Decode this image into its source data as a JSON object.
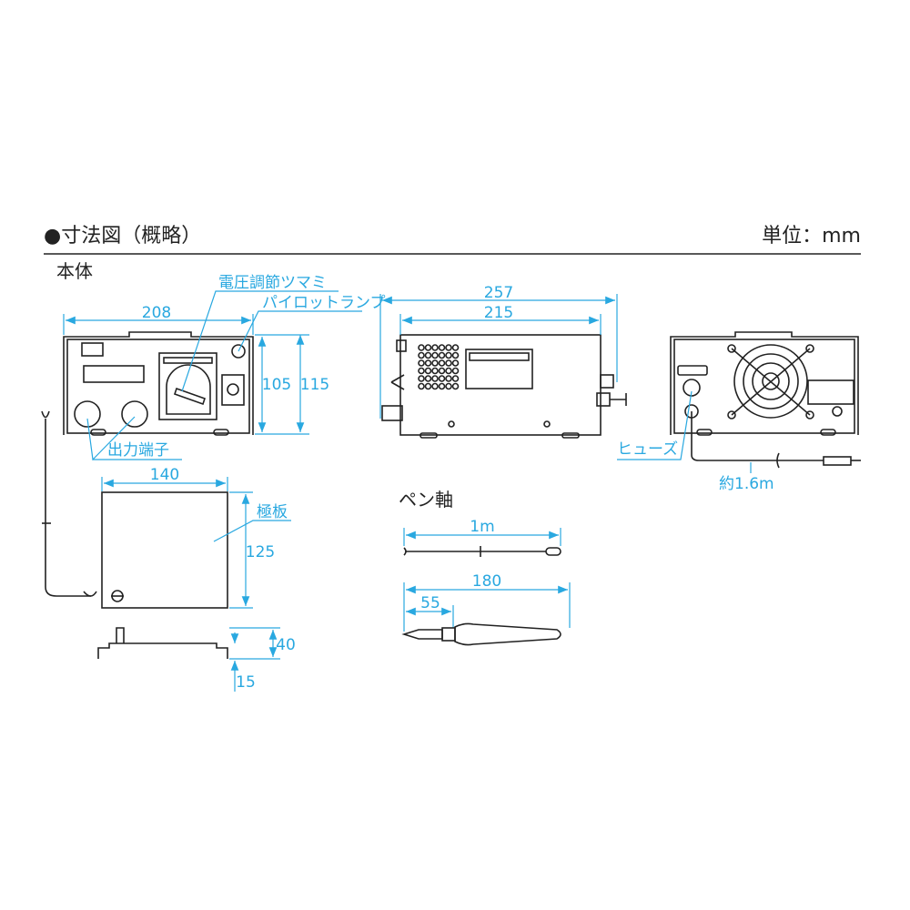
{
  "header": {
    "title": "●寸法図（概略）",
    "unit": "単位：mm"
  },
  "main_unit": {
    "label": "本体",
    "width": "208",
    "height_body": "105",
    "height_total": "115",
    "knob_label": "電圧調節ツマミ",
    "lamp_label": "パイロットランプ",
    "terminal_label": "出力端子"
  },
  "electrode": {
    "label": "極板",
    "width": "140",
    "depth": "125",
    "height": "40",
    "foot": "15"
  },
  "side_view": {
    "length_total": "257",
    "length_body": "215"
  },
  "pen": {
    "label": "ペン軸",
    "cable": "1m",
    "length": "180",
    "tip": "55"
  },
  "rear_view": {
    "fuse_label": "ヒューズ",
    "cord_length": "約1.6m"
  },
  "colors": {
    "dimension": "#29a8e0",
    "line": "#222222"
  }
}
